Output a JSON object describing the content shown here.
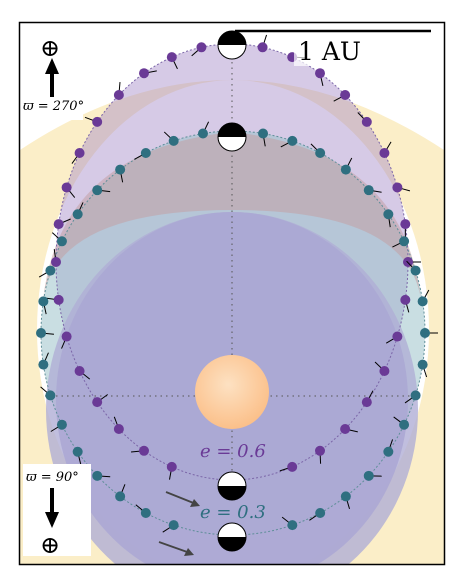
{
  "scale_bar": {
    "label": "1 AU"
  },
  "observer_top": {
    "symbol": "⊕",
    "angle_label": "ϖ = 270°"
  },
  "observer_bottom": {
    "symbol": "⊕",
    "angle_label": "ϖ = 90°"
  },
  "orbits": {
    "outer": {
      "label": "e = 0.6",
      "eccentricity": 0.6,
      "color": "#6a3a96"
    },
    "inner": {
      "label": "e = 0.3",
      "eccentricity": 0.3,
      "color": "#2f6f80"
    }
  },
  "colors": {
    "habitable_zone": "#fbeec8",
    "outer_fill": "#9c7fc2",
    "inner_fill": "#8fb2ba",
    "star": "#fcc998",
    "arrow": "#444444"
  }
}
